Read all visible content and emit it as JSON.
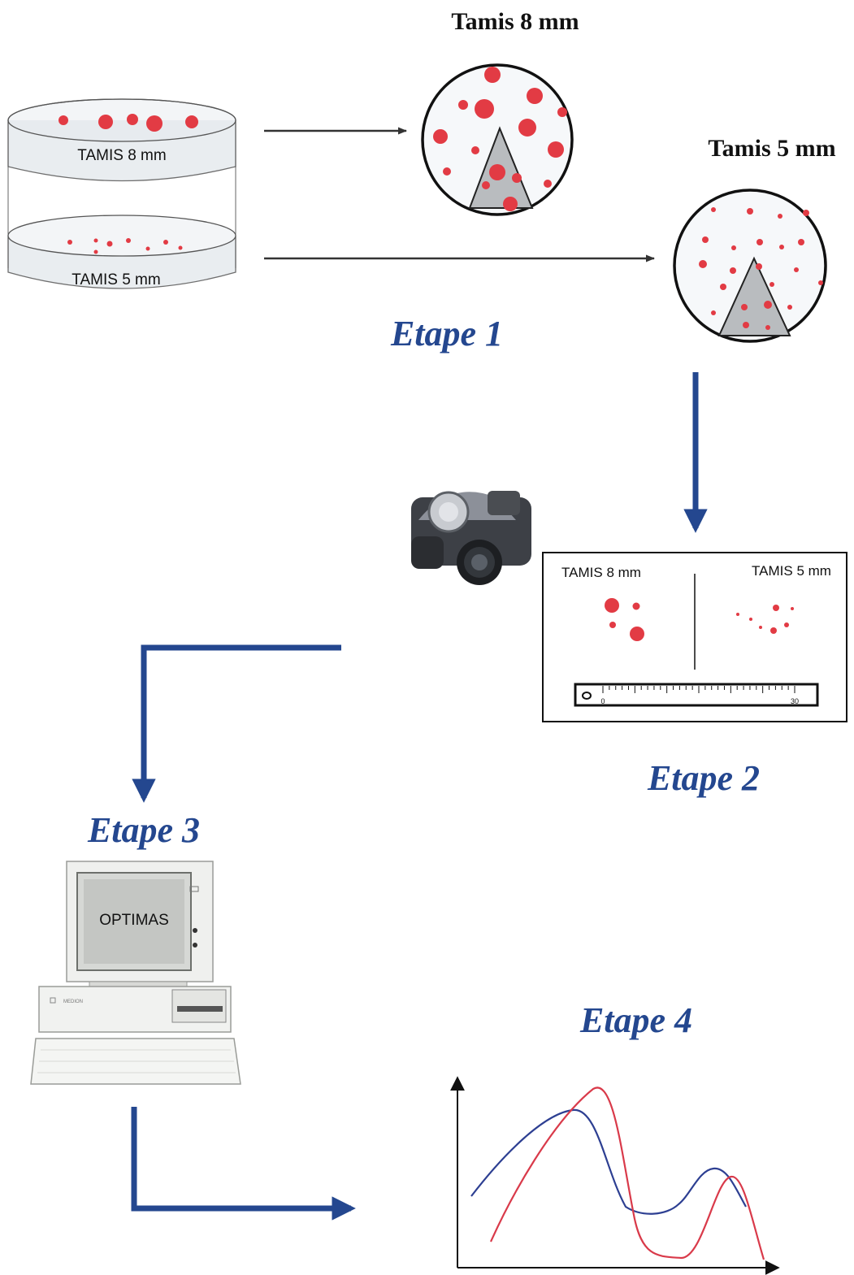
{
  "titles": {
    "sieve8": "Tamis 8 mm",
    "sieve5": "Tamis 5 mm"
  },
  "labels": {
    "stack_top": "TAMIS 8 mm",
    "stack_bottom": "TAMIS 5 mm",
    "panel_left": "TAMIS 8 mm",
    "panel_right": "TAMIS 5 mm",
    "ruler_start": "0",
    "ruler_end": "30",
    "screen": "OPTIMAS",
    "computer_brand": "MEDION"
  },
  "steps": {
    "step1": "Etape 1",
    "step2": "Etape 2",
    "step3": "Etape 3",
    "step4": "Etape 4"
  },
  "colors": {
    "particle": "#e23b44",
    "arrow_blue": "#24478f",
    "arrow_black": "#333333",
    "step_text": "#24478f",
    "curve_red": "#d93a4a",
    "curve_blue": "#2d3f92"
  },
  "icons": {
    "camera": "camera-icon",
    "computer": "computer-icon"
  }
}
